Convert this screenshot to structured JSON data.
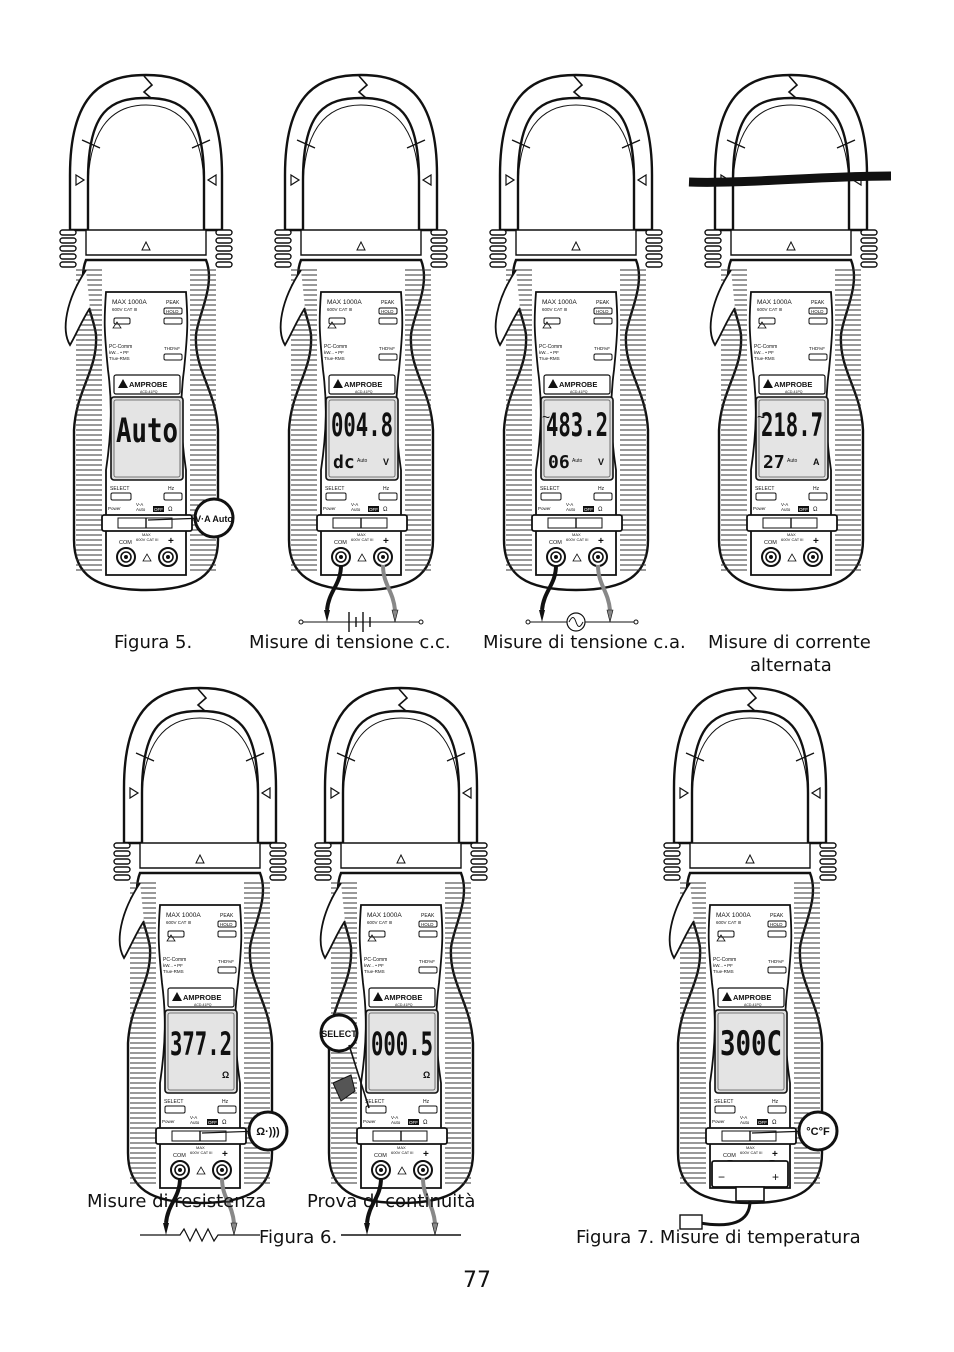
{
  "meters": [
    {
      "id": "m1",
      "reading": "Auto",
      "sub": "",
      "unit": "",
      "tilde": false,
      "lead": "none",
      "badge": "V·A Auto",
      "badge2": "",
      "clamp_wire": false
    },
    {
      "id": "m2",
      "reading": "004.8",
      "sub": "dc",
      "unit": "V",
      "tilde": false,
      "lead": "dc-source",
      "badge": "",
      "badge2": "",
      "clamp_wire": false
    },
    {
      "id": "m3",
      "reading": "483.2",
      "sub": "06",
      "unit": "V",
      "tilde": true,
      "lead": "ac-source",
      "badge": "",
      "badge2": "",
      "clamp_wire": false
    },
    {
      "id": "m4",
      "reading": "218.7",
      "sub": "27",
      "unit": "A",
      "tilde": true,
      "lead": "none",
      "badge": "",
      "badge2": "",
      "clamp_wire": true
    },
    {
      "id": "m5",
      "reading": "377.2",
      "sub": "",
      "unit": "Ω",
      "tilde": false,
      "lead": "resistor",
      "badge": "Ω·)))",
      "badge2": "",
      "clamp_wire": false
    },
    {
      "id": "m6",
      "reading": "000.5",
      "sub": "",
      "unit": "Ω",
      "tilde": false,
      "lead": "wire",
      "badge": "",
      "badge2": "SELECT",
      "clamp_wire": false
    },
    {
      "id": "m7",
      "reading": "300C",
      "sub": "",
      "unit": "",
      "tilde": false,
      "lead": "thermo",
      "badge": "°C°F",
      "badge2": "",
      "clamp_wire": false
    }
  ],
  "panel": {
    "brand": "AMPROBE",
    "model": "ACD-41PQ",
    "max": "MAX 1000A",
    "cat": "600V CAT III",
    "peak": "PEAK",
    "hold": "HOLD",
    "pc": "PC-Comm",
    "kw": "kW... • PF",
    "trms": "True-RMS",
    "thd": "THD%F",
    "select": "SELECT",
    "hz": "Hz",
    "power": "Power",
    "va": "V-A",
    "auto": "Auto",
    "off": "OFF",
    "com": "COM",
    "plus": "+"
  },
  "captions": {
    "fig5": "Figura 5.",
    "dc_voltage": "Misure di tensione c.c.",
    "ac_voltage": "Misure di tensione c.a.",
    "ac_current_1": "Misure di corrente",
    "ac_current_2": "alternata",
    "resistance": "Misure di resistenza",
    "continuity": "Prova di continuità",
    "fig6": "Figura 6.",
    "fig7": "Figura 7. Misure di temperatura"
  },
  "page_number": "77"
}
